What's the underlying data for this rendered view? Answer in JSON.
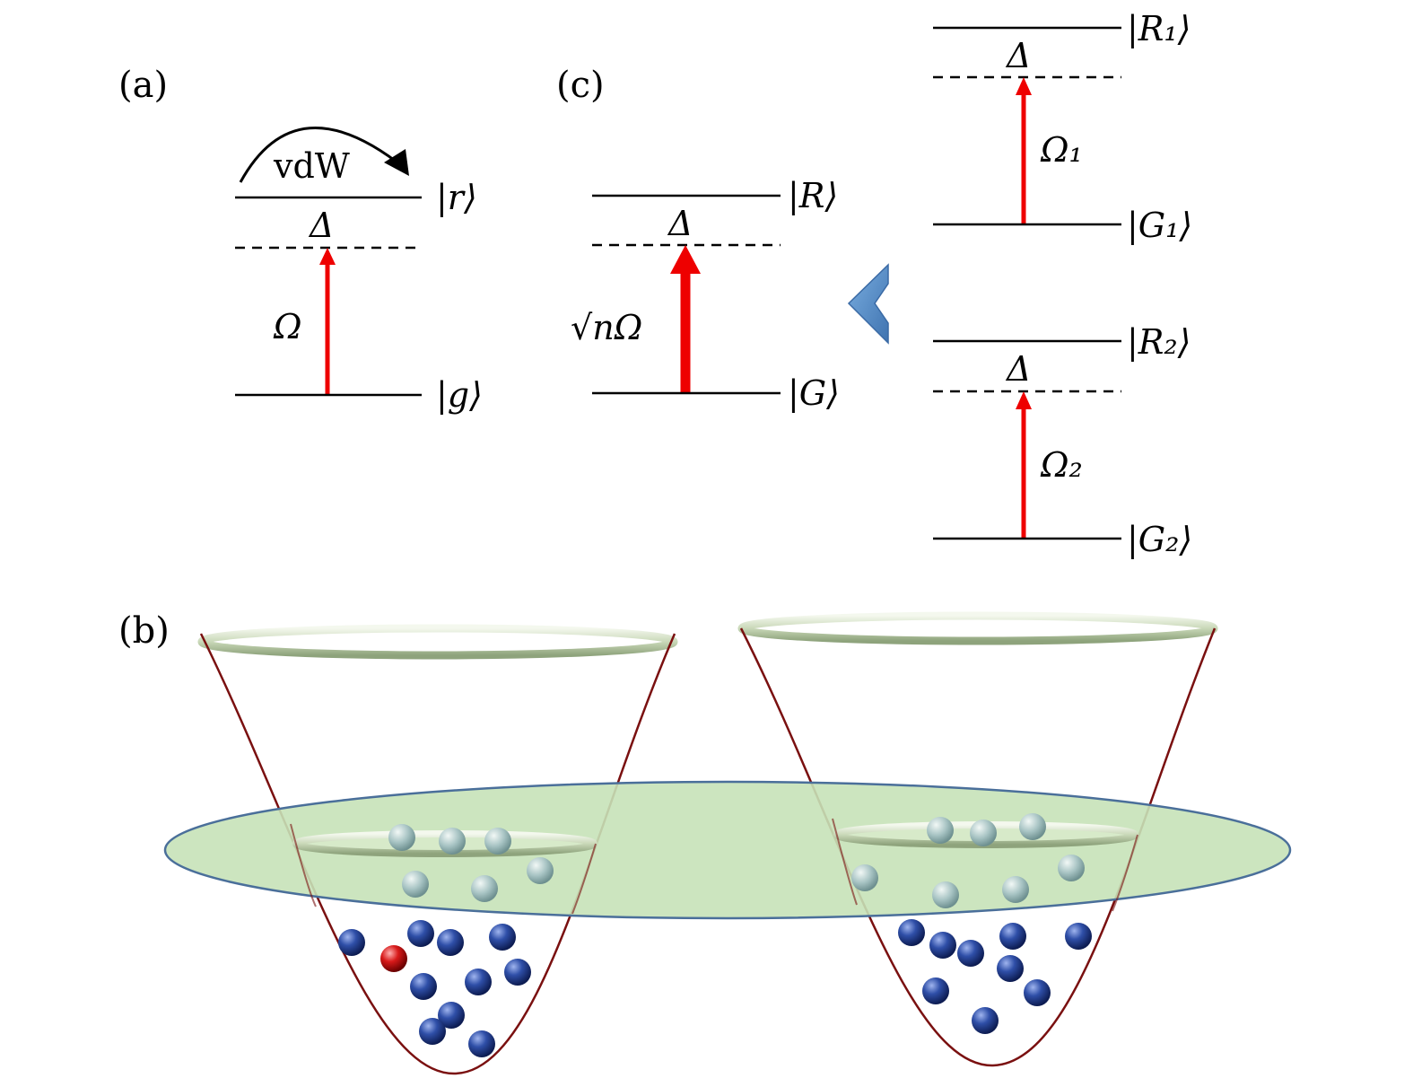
{
  "panel_a": {
    "label": "(a)",
    "upper_state": "|r⟩",
    "lower_state": "|g⟩",
    "detuning": "Δ",
    "rabi": "Ω",
    "interaction": "vdW"
  },
  "panel_c": {
    "label": "(c)",
    "collective": {
      "upper_state": "|R⟩",
      "lower_state": "|G⟩",
      "detuning": "Δ",
      "rabi": "√nΩ"
    },
    "ensemble_1": {
      "upper_state": "|R₁⟩",
      "lower_state": "|G₁⟩",
      "detuning": "Δ",
      "rabi": "Ω₁"
    },
    "ensemble_2": {
      "upper_state": "|R₂⟩",
      "lower_state": "|G₂⟩",
      "detuning": "Δ",
      "rabi": "Ω₂"
    }
  },
  "panel_b": {
    "label": "(b)"
  },
  "colors": {
    "laser": "#ee0000",
    "trap_outline": "#7a1010",
    "plane_fill": "#c6e2b8",
    "plane_stroke": "#4a6f9a",
    "atom_blue": "#2a4aa0",
    "atom_red": "#d01010",
    "chevron": "#5b8ec9"
  }
}
